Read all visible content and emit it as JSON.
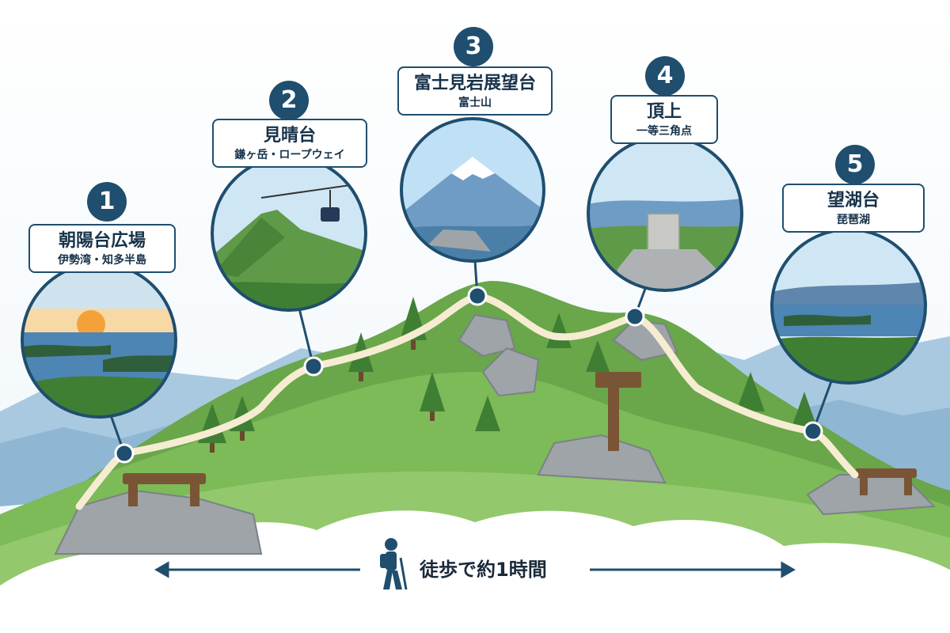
{
  "colors": {
    "accent": "#1f4e6e",
    "trail": "#f6ecd2",
    "forest": "#5a9a3c",
    "sky": "#bfe0f5"
  },
  "stops": [
    {
      "number": "1",
      "title": "朝陽台広場",
      "subtitle": "伊勢湾・知多半島",
      "icon": "sunrise-over-bay-icon"
    },
    {
      "number": "2",
      "title": "見晴台",
      "subtitle": "鎌ヶ岳・ロープウェイ",
      "icon": "mountain-ropeway-icon"
    },
    {
      "number": "3",
      "title": "富士見岩展望台",
      "subtitle": "富士山",
      "icon": "mount-fuji-icon"
    },
    {
      "number": "4",
      "title": "頂上",
      "subtitle": "一等三角点",
      "icon": "triangulation-marker-icon"
    },
    {
      "number": "5",
      "title": "望湖台",
      "subtitle": "琵琶湖",
      "icon": "lake-view-icon"
    }
  ],
  "footer": {
    "duration_label": "徒歩で約1時間",
    "icon": "hiker-icon"
  }
}
